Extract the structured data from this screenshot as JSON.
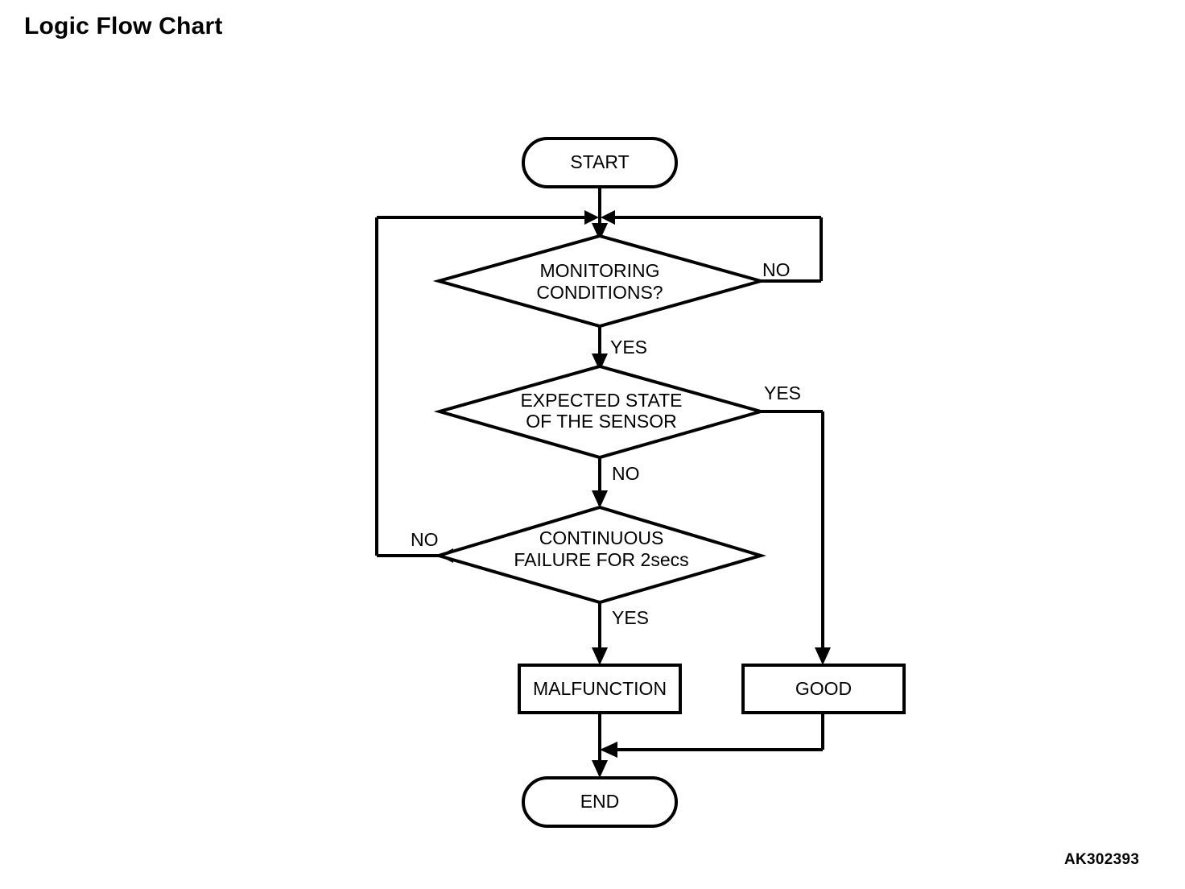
{
  "page": {
    "title": "Logic Flow Chart",
    "figure_code": "AK302393",
    "background_color": "#ffffff",
    "line_color": "#000000"
  },
  "chart_data": {
    "type": "diagram",
    "diagram_kind": "flowchart",
    "title": "Logic Flow Chart",
    "nodes": [
      {
        "id": "start",
        "shape": "terminator",
        "label": "START"
      },
      {
        "id": "monitoring",
        "shape": "decision",
        "label_line1": "MONITORING",
        "label_line2": "CONDITIONS?"
      },
      {
        "id": "expected",
        "shape": "decision",
        "label_line1": "EXPECTED STATE",
        "label_line2": "OF THE SENSOR"
      },
      {
        "id": "continuous",
        "shape": "decision",
        "label_line1": "CONTINUOUS",
        "label_line2": "FAILURE FOR 2secs"
      },
      {
        "id": "malfunction",
        "shape": "process",
        "label": "MALFUNCTION"
      },
      {
        "id": "good",
        "shape": "process",
        "label": "GOOD"
      },
      {
        "id": "end",
        "shape": "terminator",
        "label": "END"
      }
    ],
    "edges": [
      {
        "from": "start",
        "to": "monitoring",
        "label": ""
      },
      {
        "from": "monitoring",
        "to": "monitoring",
        "label": "NO",
        "direction": "right-loop-back"
      },
      {
        "from": "monitoring",
        "to": "expected",
        "label": "YES",
        "direction": "down"
      },
      {
        "from": "expected",
        "to": "good",
        "label": "YES",
        "direction": "right-down"
      },
      {
        "from": "expected",
        "to": "continuous",
        "label": "NO",
        "direction": "down"
      },
      {
        "from": "continuous",
        "to": "monitoring",
        "label": "NO",
        "direction": "left-loop-back"
      },
      {
        "from": "continuous",
        "to": "malfunction",
        "label": "YES",
        "direction": "down"
      },
      {
        "from": "malfunction",
        "to": "end",
        "label": "",
        "direction": "down"
      },
      {
        "from": "good",
        "to": "end",
        "label": "",
        "direction": "down-left"
      }
    ],
    "edge_labels": [
      "NO",
      "YES",
      "YES",
      "NO",
      "NO",
      "YES"
    ]
  },
  "nodes": {
    "start": {
      "label": "START"
    },
    "monitoring": {
      "line1": "MONITORING",
      "line2": "CONDITIONS?"
    },
    "expected": {
      "line1": "EXPECTED STATE",
      "line2": "OF THE SENSOR"
    },
    "continuous": {
      "line1": "CONTINUOUS",
      "line2": "FAILURE FOR 2secs"
    },
    "malfunction": {
      "label": "MALFUNCTION"
    },
    "good": {
      "label": "GOOD"
    },
    "end": {
      "label": "END"
    }
  },
  "labels": {
    "monitoring_no": "NO",
    "monitoring_yes": "YES",
    "expected_yes": "YES",
    "expected_no": "NO",
    "continuous_no": "NO",
    "continuous_yes": "YES"
  }
}
